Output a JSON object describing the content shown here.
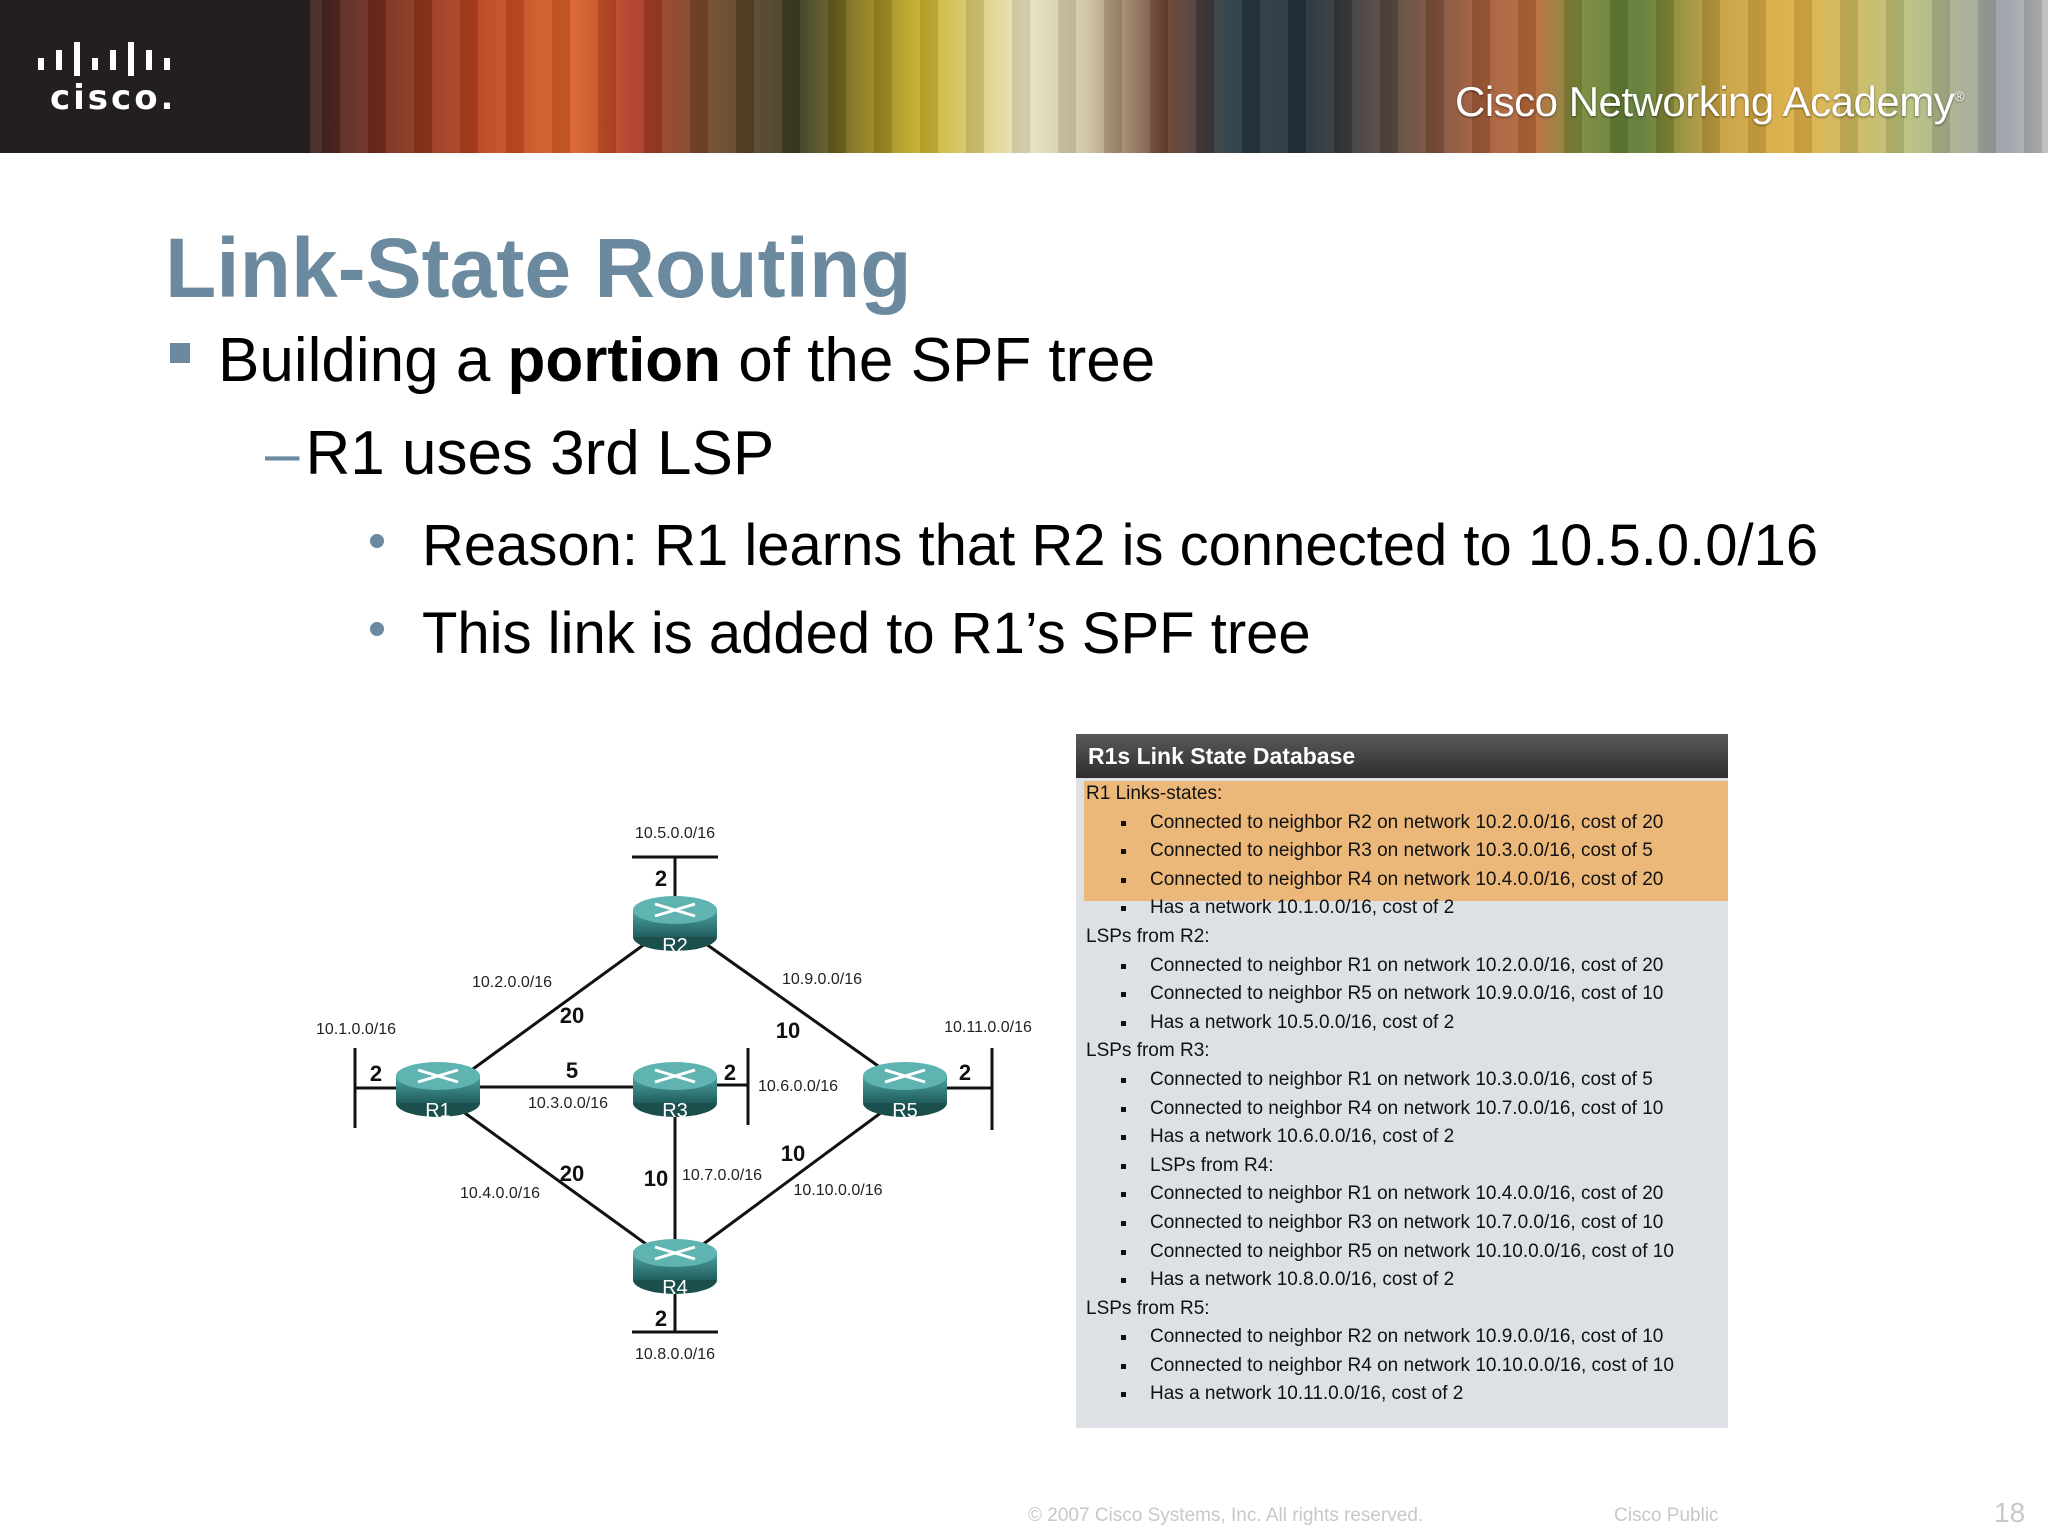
{
  "banner": {
    "logo_text": "cisco.",
    "academy_text": "Cisco Networking Academy",
    "academy_mark": "®"
  },
  "slide": {
    "title": "Link-State Routing",
    "bullet1": {
      "before": "Building a ",
      "bold": "portion",
      "after": " of the SPF tree"
    },
    "bullet2": {
      "dash": "–",
      "text": "R1 uses 3rd LSP"
    },
    "bullet3": [
      "Reason: R1 learns that R2 is connected to 10.5.0.0/16",
      "This link is added to R1’s SPF tree"
    ]
  },
  "diagram": {
    "routers": [
      "R1",
      "R2",
      "R3",
      "R4",
      "R5"
    ],
    "networks": {
      "net_10_5": "10.5.0.0/16",
      "net_10_2": "10.2.0.0/16",
      "net_10_9": "10.9.0.0/16",
      "net_10_1": "10.1.0.0/16",
      "net_10_11": "10.11.0.0/16",
      "net_10_3": "10.3.0.0/16",
      "net_10_6": "10.6.0.0/16",
      "net_10_4": "10.4.0.0/16",
      "net_10_7": "10.7.0.0/16",
      "net_10_10": "10.10.0.0/16",
      "net_10_8": "10.8.0.0/16"
    },
    "costs": {
      "r2_stub": "2",
      "r1_r2": "20",
      "r2_r5": "10",
      "r1_stub": "2",
      "r1_r3": "5",
      "r3_stub": "2",
      "r5_stub": "2",
      "r1_r4": "20",
      "r3_r4": "10",
      "r4_r5": "10",
      "r4_stub": "2"
    }
  },
  "lsdb": {
    "title": "R1s Link State Database",
    "lines": [
      {
        "t": "h",
        "text": "R1 Links-states:"
      },
      {
        "t": "i",
        "text": "Connected to neighbor R2 on network 10.2.0.0/16, cost of 20"
      },
      {
        "t": "i",
        "text": "Connected to neighbor R3 on network 10.3.0.0/16, cost of 5"
      },
      {
        "t": "i",
        "text": "Connected to neighbor R4 on network 10.4.0.0/16, cost of 20"
      },
      {
        "t": "i",
        "text": "Has a network 10.1.0.0/16, cost of 2"
      },
      {
        "t": "h",
        "text": "LSPs from R2:"
      },
      {
        "t": "i",
        "text": "Connected to neighbor R1 on network 10.2.0.0/16, cost of 20"
      },
      {
        "t": "i",
        "text": "Connected to neighbor R5 on network 10.9.0.0/16, cost of 10"
      },
      {
        "t": "i",
        "text": "Has a network 10.5.0.0/16, cost of 2"
      },
      {
        "t": "h",
        "text": "LSPs from R3:"
      },
      {
        "t": "i",
        "text": "Connected to neighbor R1 on network 10.3.0.0/16, cost of 5"
      },
      {
        "t": "i",
        "text": "Connected to neighbor R4 on network 10.7.0.0/16, cost of 10"
      },
      {
        "t": "i",
        "text": "Has a network 10.6.0.0/16, cost of 2"
      },
      {
        "t": "i",
        "text": "LSPs from R4:"
      },
      {
        "t": "i",
        "text": "Connected to neighbor R1 on network 10.4.0.0/16, cost of 20"
      },
      {
        "t": "i",
        "text": "Connected to neighbor R3 on network 10.7.0.0/16, cost of 10"
      },
      {
        "t": "i",
        "text": "Connected to neighbor R5 on network 10.10.0.0/16, cost of 10"
      },
      {
        "t": "i",
        "text": "Has a network 10.8.0.0/16, cost of 2"
      },
      {
        "t": "h",
        "text": "LSPs from R5:"
      },
      {
        "t": "i",
        "text": "Connected to neighbor R2 on network 10.9.0.0/16, cost of 10"
      },
      {
        "t": "i",
        "text": "Connected to neighbor R4 on network 10.10.0.0/16, cost of 10"
      },
      {
        "t": "i",
        "text": "Has a network 10.11.0.0/16, cost of 2"
      }
    ]
  },
  "footer": {
    "copyright": "© 2007 Cisco Systems, Inc. All rights reserved.",
    "classification": "Cisco Public",
    "page": "18"
  },
  "colors": {
    "title": "#6b8aa0",
    "highlight": "#ebb879",
    "router": "#2f7d7c"
  }
}
